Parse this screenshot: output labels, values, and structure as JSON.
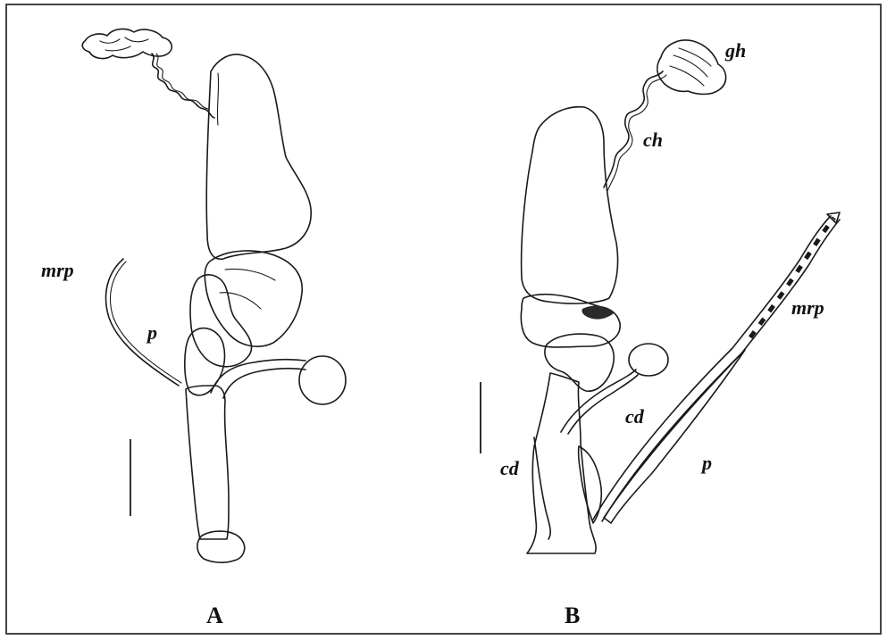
{
  "figure": {
    "panels": [
      {
        "label": "A",
        "annotations": {
          "mrp": "mrp",
          "p": "p"
        }
      },
      {
        "label": "B",
        "annotations": {
          "gh": "gh",
          "ch": "ch",
          "mrp": "mrp",
          "cd_1": "cd",
          "cd_2": "cd",
          "p": "p"
        }
      }
    ],
    "colors": {
      "ink": "#1a1a1a",
      "stipple_light": "#d6d6d6",
      "stipple_mid": "#b8b8b8",
      "stipple_dark": "#8e8e8e",
      "frame": "#444444"
    }
  }
}
